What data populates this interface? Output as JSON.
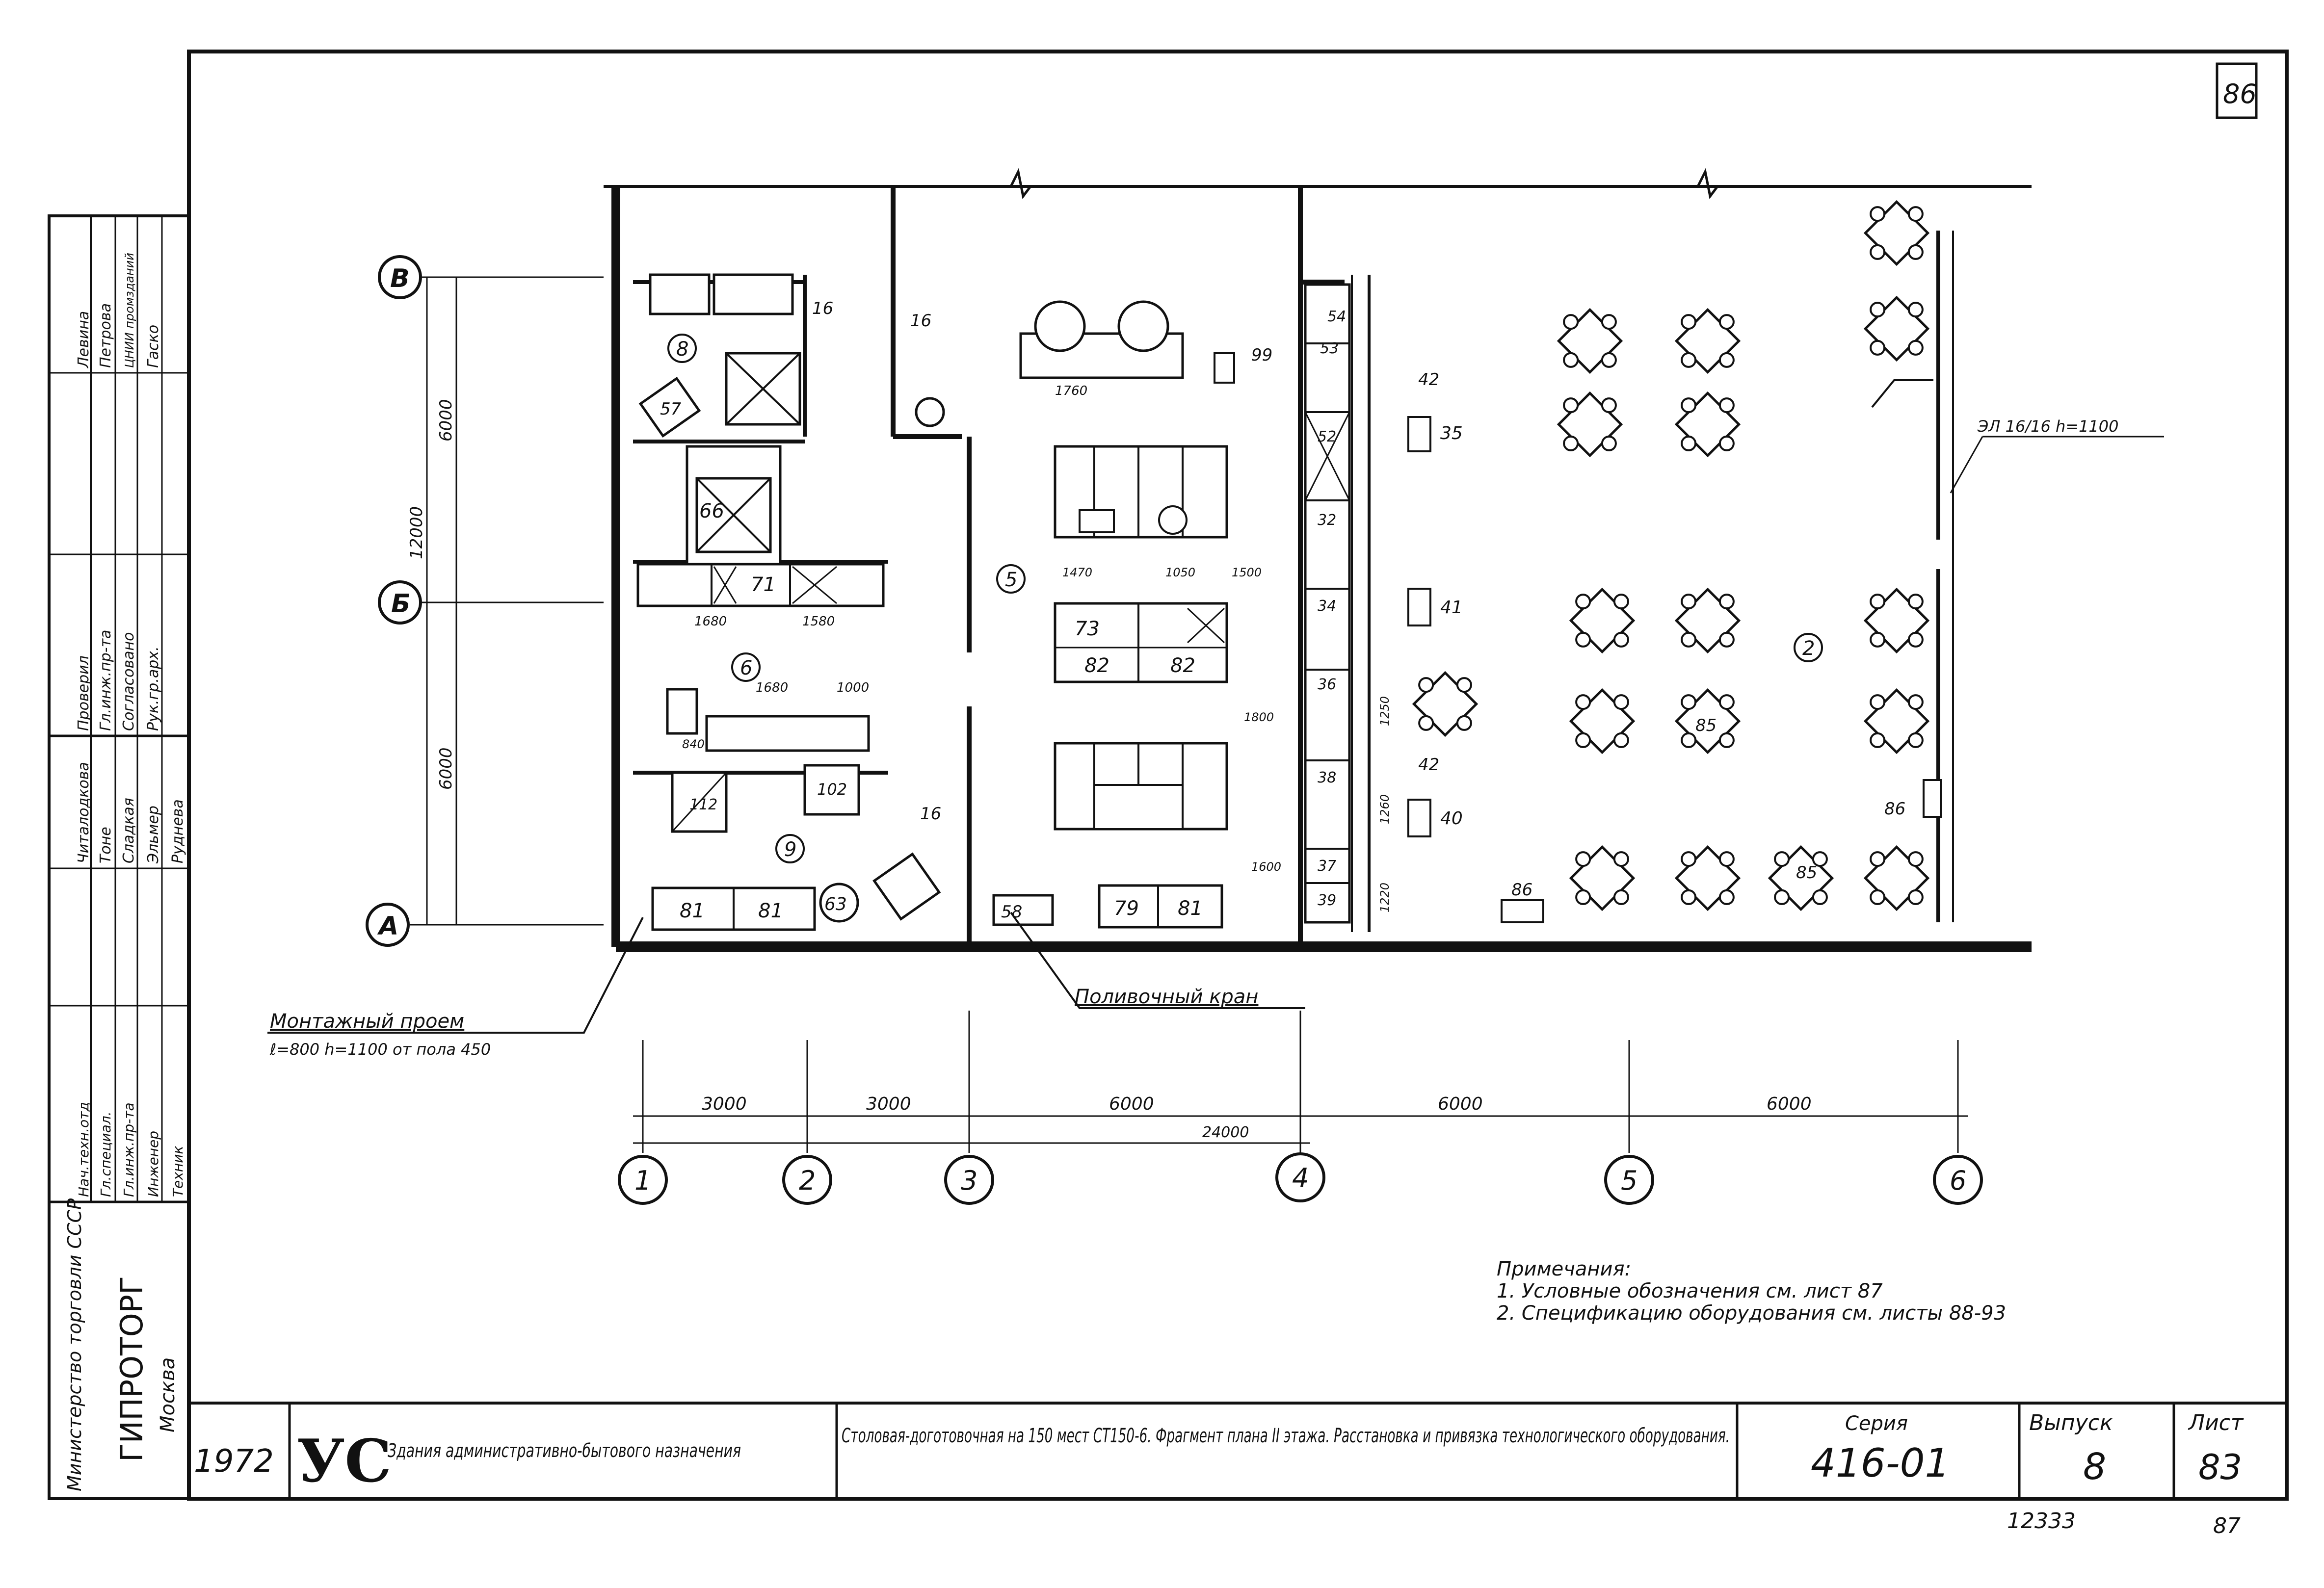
{
  "sheet": {
    "corner_number": "86",
    "bottom_right_numbers": [
      "12333",
      "87"
    ]
  },
  "axes": {
    "rows": [
      "В",
      "Б",
      "А"
    ],
    "cols": [
      "1",
      "2",
      "3",
      "4",
      "5",
      "6"
    ],
    "col_dims": [
      "3000",
      "3000",
      "6000",
      "6000",
      "6000"
    ],
    "total_dim": "24000",
    "row_dims": [
      "6000",
      "12000",
      "6000"
    ]
  },
  "rooms": {
    "r5": "5",
    "r6": "6",
    "r8": "8",
    "r9": "9",
    "r2": "2",
    "r63": "63"
  },
  "labels": {
    "opening_title": "Монтажный проем",
    "opening_desc": "ℓ=800 h=1100 от пола 450",
    "tap_label": "Поливочный кран",
    "ep_label": "ЭЛ 16/16 h=1100"
  },
  "notes": {
    "title": "Примечания:",
    "items": [
      "1. Условные обозначения см. лист 87",
      "2. Спецификацию оборудования см. листы 88-93"
    ]
  },
  "left_stamp": {
    "ministry": "Министерство торговли СССР",
    "org": "ГИПРОТОРГ",
    "city": "Москва",
    "roles": [
      "Проверил",
      "Гл.инж.пр-та",
      "Согласовано",
      "Рук.гр.арх.",
      "Нач.техн.отд",
      "Гл.специал.",
      "Гл.инж.пр-та",
      "Инженер",
      "Техник"
    ],
    "names": [
      "Левина",
      "Петрова",
      "ЦНИИ промзданий",
      "Гаско",
      "Читалодкова",
      "Тоне",
      "Сладкая",
      "Эльмер",
      "Руднева"
    ]
  },
  "title_block": {
    "year": "1972",
    "logo": "УС",
    "building": "Здания административно-бытового назначения",
    "description": "Столовая-доготовочная на 150 мест СТ150-6. Фрагмент плана II этажа. Расстановка и привязка технологического оборудования.",
    "series_label": "Серия",
    "series_value": "416-01",
    "issue_label": "Выпуск",
    "issue_value": "8",
    "sheet_label": "Лист",
    "sheet_value": "83"
  },
  "equipment": {
    "e66": "66",
    "e57": "57",
    "e71": "71",
    "e81a": "81",
    "e81b": "81",
    "e81c": "81",
    "e79": "79",
    "e73": "73",
    "e82a": "82",
    "e82b": "82",
    "e58": "58",
    "e102": "102",
    "e112": "112",
    "e16a": "16",
    "e16b": "16",
    "e16c": "16",
    "e99": "99",
    "e35": "35",
    "e41": "41",
    "e40": "40",
    "e42a": "42",
    "e42b": "42",
    "e86a": "86",
    "e86b": "86",
    "e85a": "85",
    "e85b": "85",
    "e54": "54",
    "e53": "53",
    "e52": "52",
    "e32": "32",
    "e34": "34",
    "e36": "36",
    "e38": "38",
    "e39": "39",
    "e37": "37",
    "kitchen_dims": [
      "1760",
      "1470",
      "1050",
      "1680",
      "1500",
      "840",
      "1680",
      "1580",
      "1000",
      "1250",
      "1220",
      "1260",
      "1600",
      "1800"
    ]
  }
}
